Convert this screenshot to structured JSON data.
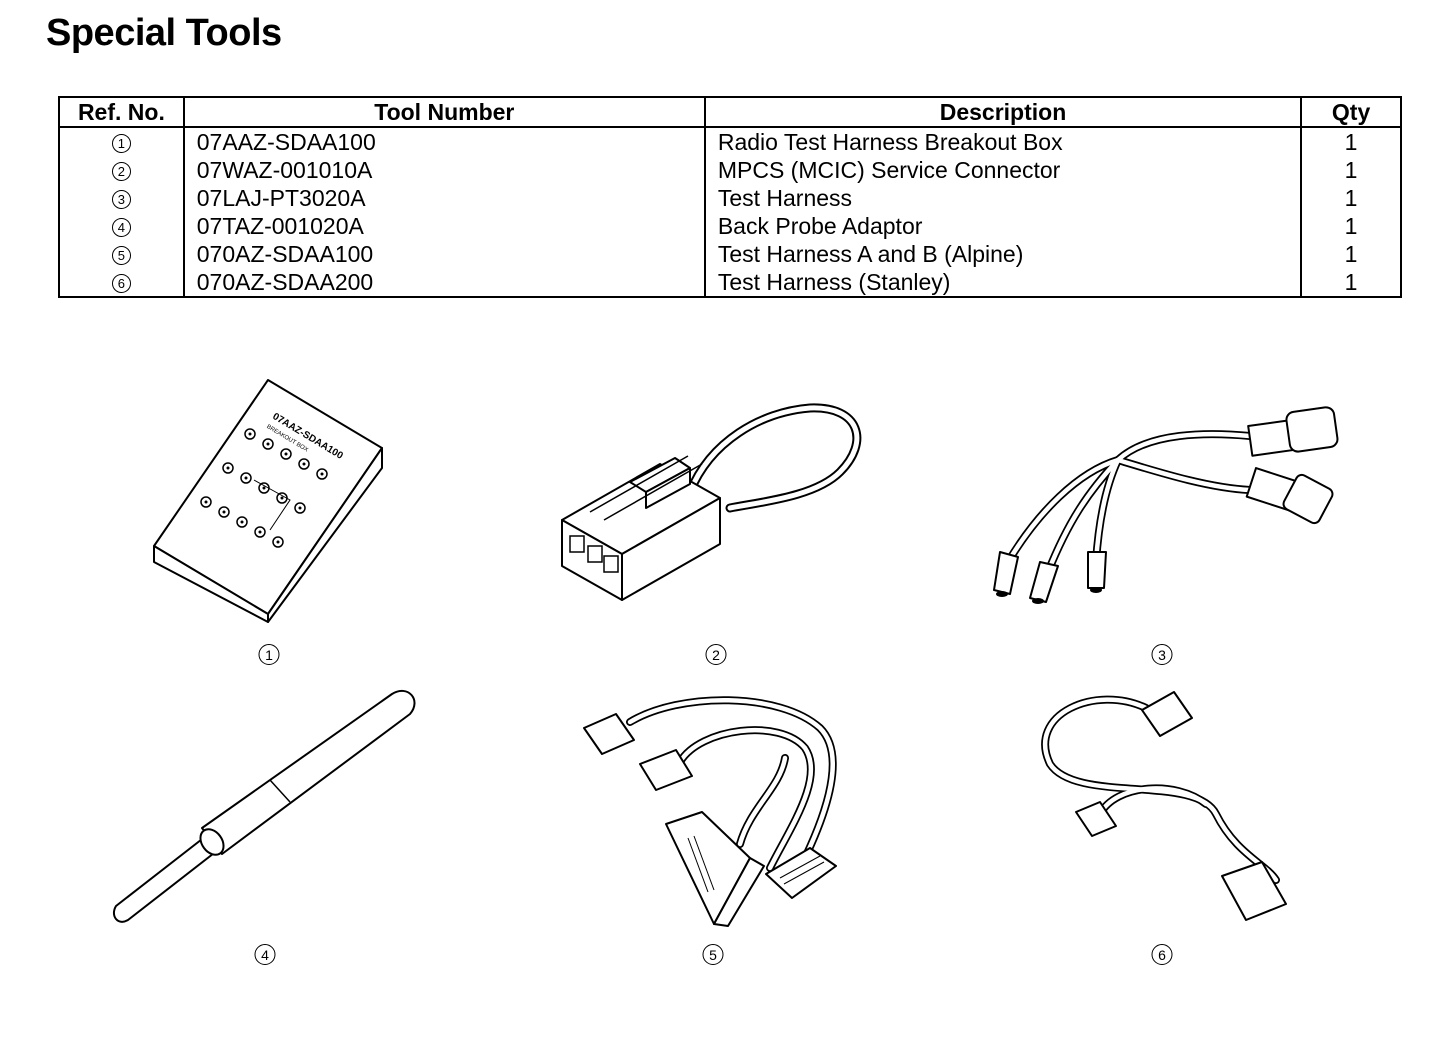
{
  "title": "Special Tools",
  "table": {
    "headers": {
      "ref": "Ref. No.",
      "tool_number": "Tool Number",
      "description": "Description",
      "qty": "Qty"
    },
    "rows": [
      {
        "ref": "1",
        "tool_number": "07AAZ-SDAA100",
        "description": "Radio Test Harness Breakout Box",
        "qty": "1"
      },
      {
        "ref": "2",
        "tool_number": "07WAZ-001010A",
        "description": "MPCS (MCIC) Service Connector",
        "qty": "1"
      },
      {
        "ref": "3",
        "tool_number": "07LAJ-PT3020A",
        "description": "Test Harness",
        "qty": "1"
      },
      {
        "ref": "4",
        "tool_number": "07TAZ-001020A",
        "description": "Back Probe Adaptor",
        "qty": "1"
      },
      {
        "ref": "5",
        "tool_number": "070AZ-SDAA100",
        "description": "Test Harness A and B (Alpine)",
        "qty": "1"
      },
      {
        "ref": "6",
        "tool_number": "070AZ-SDAA200",
        "description": "Test Harness (Stanley)",
        "qty": "1"
      }
    ]
  },
  "figures": {
    "breakout_box_text_line1": "07AAZ-SDAA100",
    "breakout_box_text_line2": "BREAKOUT BOX",
    "labels": [
      "1",
      "2",
      "3",
      "4",
      "5",
      "6"
    ]
  }
}
